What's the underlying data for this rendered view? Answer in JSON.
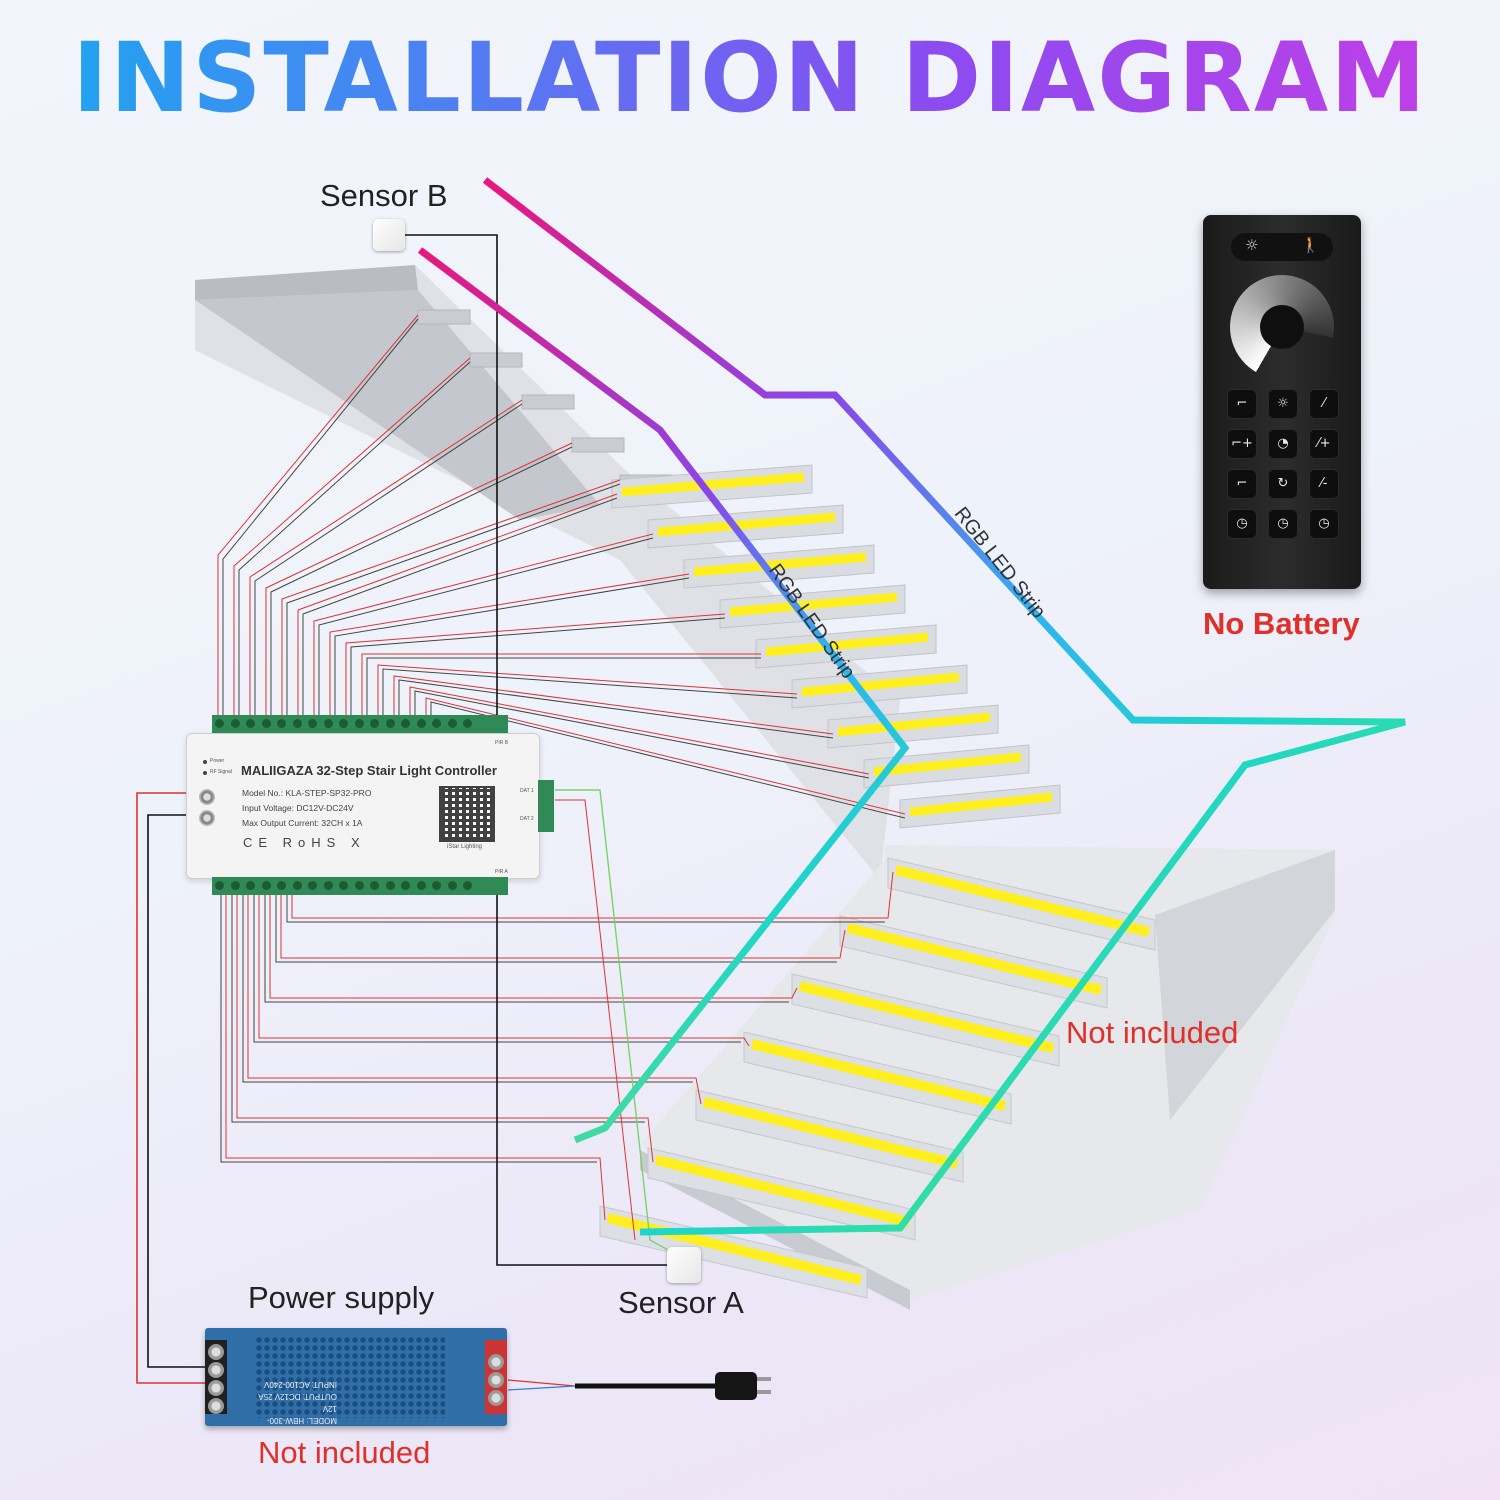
{
  "title": "INSTALLATION DIAGRAM",
  "labels": {
    "sensor_b": "Sensor B",
    "sensor_a": "Sensor A",
    "power_supply": "Power supply",
    "not_included_stairs": "Not included",
    "not_included_psu": "Not included",
    "no_battery": "No Battery",
    "strip_inner": "RGB LED Strip",
    "strip_outer": "RGB LED Strip"
  },
  "controller": {
    "name": "MALIIGAZA 32-Step Stair Light Controller",
    "model": "Model No.: KLA-STEP-SP32-PRO",
    "input_voltage": "Input Voltage: DC12V-DC24V",
    "max_output": "Max Output Current: 32CH x 1A",
    "brand": "iStar Lighting",
    "power_led": "Power",
    "rf_led": "RF Signal",
    "pir_b": "PIR B",
    "pir_a": "PIR A",
    "dat1": "DAT 1",
    "dat2": "DAT 2",
    "marks": "CE  RoHS  X"
  },
  "power_supply_specs": {
    "line1": "MODEL: HBW-300-12V",
    "line2": "OUTPUT: DC12V 25A",
    "line3": "INPUT: AC100-240V"
  },
  "remote": {
    "top_icons": [
      "sun-icon",
      "motion-icon"
    ],
    "keys": [
      [
        "stair-grid",
        "sun",
        "slash-grid"
      ],
      [
        "stair-plus",
        "speed",
        "slash-plus"
      ],
      [
        "stair",
        "cycle",
        "slash-minus"
      ],
      [
        "timer",
        "timer-10s",
        "timer-30s"
      ]
    ]
  },
  "colors": {
    "title_start": "#1aa9f0",
    "title_end": "#c53ee6",
    "not_included": "#e0302a",
    "step_light": "#ffef1f",
    "wire_red": "#d33",
    "wire_black": "#111",
    "strip_gradient": [
      "#e8177e",
      "#8a46e8",
      "#2fb4f2",
      "#1fd6c8",
      "#3fe38a",
      "#9be24a"
    ]
  }
}
